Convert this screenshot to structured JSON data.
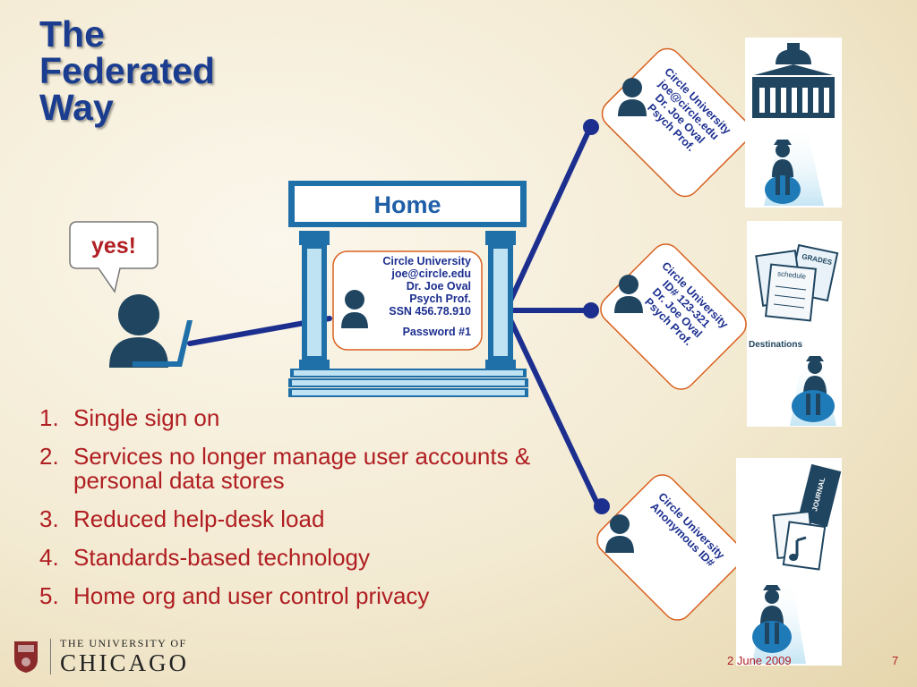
{
  "title": {
    "line1": "The",
    "line2": "Federated",
    "line3": "Way"
  },
  "speech_bubble": {
    "text": "yes!"
  },
  "home": {
    "label": "Home",
    "card": {
      "line1": "Circle University",
      "line2": "joe@circle.edu",
      "line3": "Dr. Joe Oval",
      "line4": "Psych Prof.",
      "line5": "SSN 456.78.910",
      "password": "Password #1"
    }
  },
  "service_cards": [
    {
      "line1": "Circle University",
      "line2": "joe@circle.edu",
      "line3": "Dr. Joe Oval",
      "line4": "Psych Prof."
    },
    {
      "line1": "Circle University",
      "line2": "ID# 123-321",
      "line3": "Dr. Joe Oval",
      "line4": "Psych Prof."
    },
    {
      "line1": "Circle University",
      "line2": "Anonymous ID#"
    }
  ],
  "destinations": {
    "label": "Destinations",
    "grades_label": "GRADES",
    "schedule_label": "schedule",
    "journal_label": "JOURNAL"
  },
  "bullets": [
    {
      "num": "1.",
      "text": "Single sign on"
    },
    {
      "num": "2.",
      "text": "Services no longer manage user accounts & personal data stores"
    },
    {
      "num": "3.",
      "text": "Reduced help-desk load"
    },
    {
      "num": "4.",
      "text": "Standards-based technology"
    },
    {
      "num": "5.",
      "text": "Home org and user control privacy"
    }
  ],
  "footer": {
    "logo_top": "THE UNIVERSITY OF",
    "logo_bottom": "CHICAGO",
    "date": "2 June 2009",
    "page": "7"
  },
  "colors": {
    "title_blue": "#1a3d8f",
    "accent_red": "#b01e22",
    "navy_line": "#1c2f8f",
    "person_dark": "#1f4560",
    "building_blue": "#1f6fa8",
    "building_light": "#bfe3f3"
  }
}
